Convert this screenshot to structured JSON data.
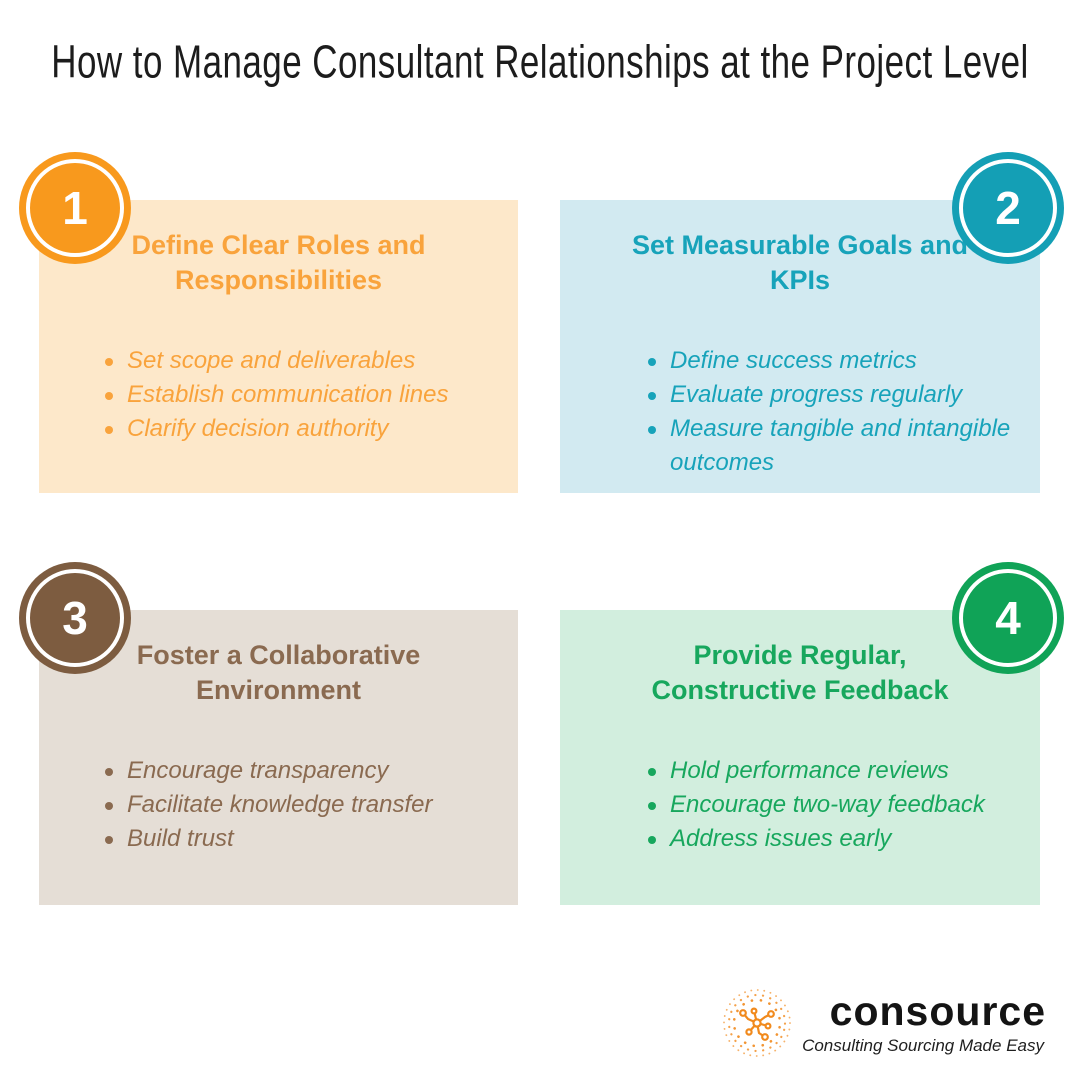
{
  "page": {
    "title": "How to Manage Consultant Relationships at the Project Level",
    "background": "#FFFFFF",
    "title_color": "#1C1C1C"
  },
  "cards": [
    {
      "number": "1",
      "title_lines": [
        "Define Clear Roles and",
        "Responsibilities"
      ],
      "bullets": [
        "Set scope and deliverables",
        "Establish communication lines",
        "Clarify decision authority"
      ],
      "colors": {
        "accent": "#F8991D",
        "bg": "#FDE8CA",
        "text": "#F9A33C"
      }
    },
    {
      "number": "2",
      "title_lines": [
        "Set Measurable Goals and",
        "KPIs"
      ],
      "bullets": [
        "Define success metrics",
        "Evaluate progress regularly",
        "Measure tangible and intangible outcomes"
      ],
      "colors": {
        "accent": "#149FB5",
        "bg": "#D2EAF1",
        "text": "#17A3BA"
      }
    },
    {
      "number": "3",
      "title_lines": [
        "Foster a Collaborative",
        "Environment"
      ],
      "bullets": [
        "Encourage transparency",
        "Facilitate knowledge transfer",
        "Build trust"
      ],
      "colors": {
        "accent": "#7D5C40",
        "bg": "#E5DED6",
        "text": "#8A6A50"
      }
    },
    {
      "number": "4",
      "title_lines": [
        "Provide Regular,",
        "Constructive Feedback"
      ],
      "bullets": [
        "Hold performance reviews",
        "Encourage two-way feedback",
        "Address issues early"
      ],
      "colors": {
        "accent": "#10A357",
        "bg": "#D2EEDE",
        "text": "#17A75D"
      }
    }
  ],
  "logo": {
    "wordmark": "consource",
    "tagline": "Consulting Sourcing Made Easy",
    "icon": "network-dots-icon",
    "icon_color": "#F18A1D",
    "wordmark_color": "#141414"
  }
}
